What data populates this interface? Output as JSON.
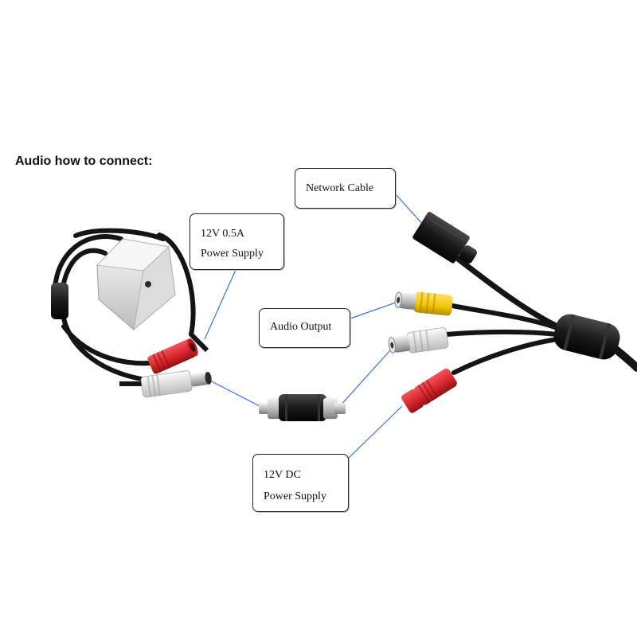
{
  "heading": "Audio how to connect:",
  "callouts": {
    "network_cable": "Network Cable",
    "power_supply_05a": {
      "line1": "12V 0.5A",
      "line2": "Power Supply"
    },
    "audio_output": "Audio Output",
    "dc_supply": {
      "line1": "12V DC",
      "line2": "Power Supply"
    }
  },
  "colors": {
    "leader_line": "#3a6fd8",
    "cable": "#141414",
    "rca_red": "#d8262b",
    "rca_white": "#e6e6e3",
    "rca_yellow": "#f2c400",
    "module_body": "#ececea"
  },
  "icons": [
    "microphone-module",
    "red-rca-female-jack",
    "white-rca-female-jack",
    "rca-coupler",
    "rj45-plug",
    "yellow-rca-jack",
    "white-rca-jack",
    "red-dc-plug",
    "cable-harness"
  ]
}
